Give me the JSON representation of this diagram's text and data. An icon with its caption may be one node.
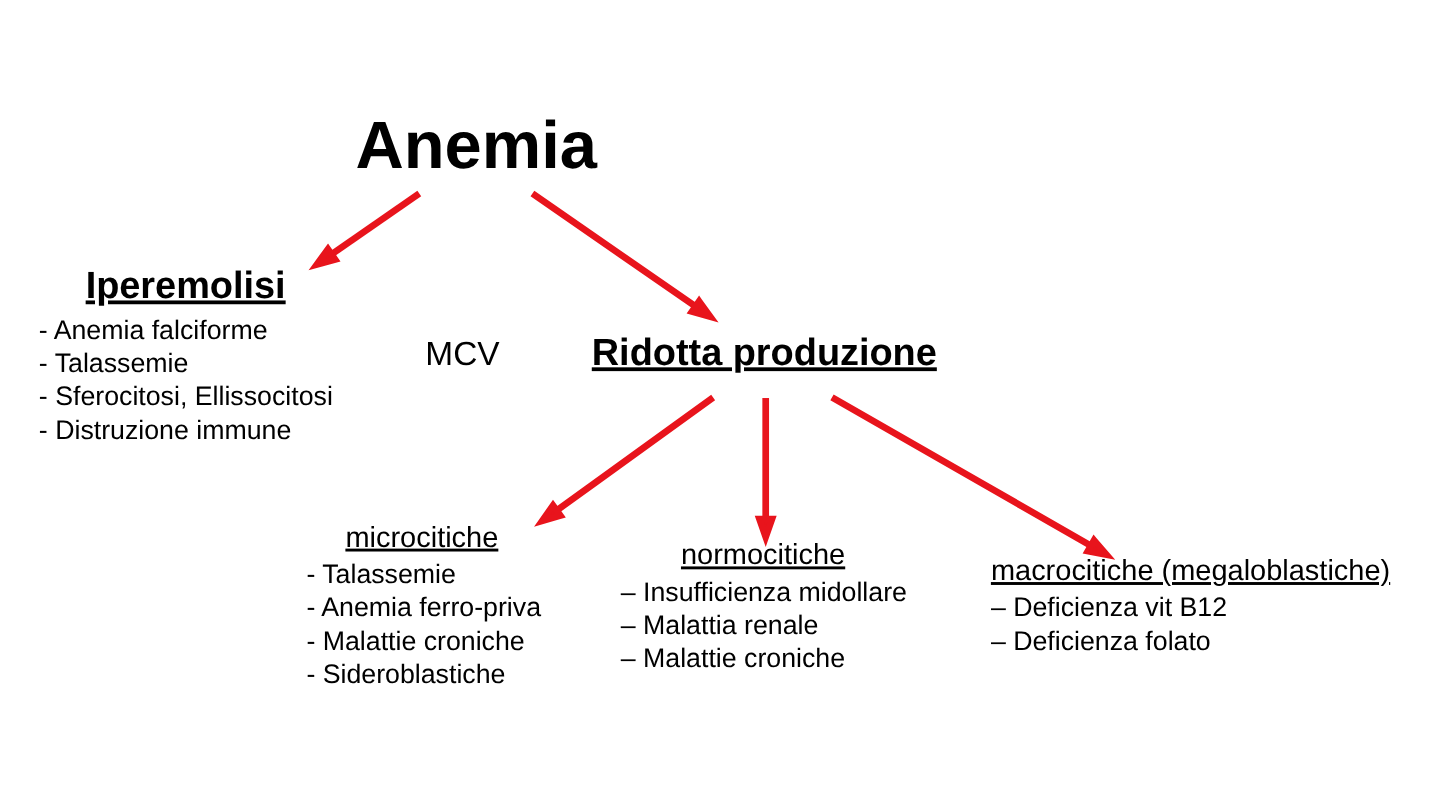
{
  "diagram": {
    "nodes": [
      {
        "text": [
          "Anemia"
        ]
      },
      {
        "text": [
          "Ridotta produzione"
        ]
      },
      {
        "text": [
          "Iperemolisi",
          "- Anemia falciforme",
          "- Talassemie",
          "- Sferocitosi, Ellissocitosi",
          "- Distruzione immune"
        ]
      },
      {
        "text": [
          "microcitiche",
          "- Talassemie",
          "- Anemia ferro-priva",
          "- Malattie croniche",
          "- Sideroblastiche"
        ]
      },
      {
        "text": [
          "normocitiche",
          "– Insufficienza midollare",
          "– Malattia renale",
          "– Malattie croniche"
        ]
      },
      {
        "text": [
          "macrocitiche (megaloblastiche)",
          "– Deficienza vit B12",
          "– Deficienza folato"
        ]
      }
    ],
    "edges": [
      {
        "from": 0,
        "to": 1,
        "arrow": "to"
      },
      {
        "from": 0,
        "to": 2,
        "arrow": "to"
      },
      {
        "from": 1,
        "to": 3,
        "arrow": "to"
      },
      {
        "from": 1,
        "to": 4,
        "arrow": "to"
      },
      {
        "from": 1,
        "to": 5,
        "arrow": "to"
      }
    ],
    "labels": [
      "MCV"
    ]
  }
}
